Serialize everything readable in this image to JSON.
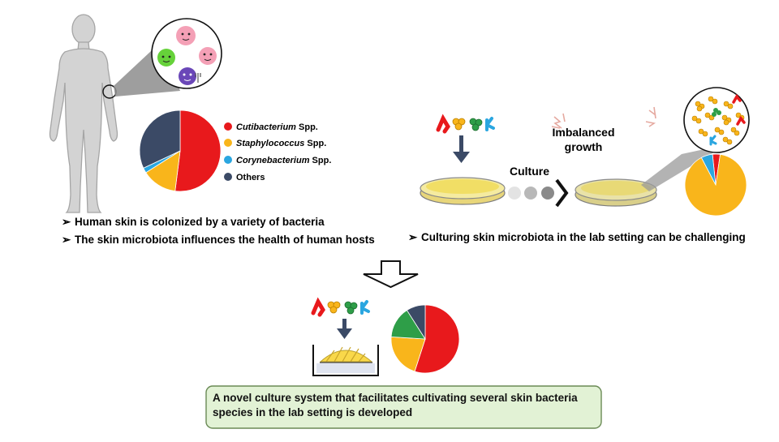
{
  "legend": [
    {
      "name": "Cutibacterium",
      "suffix": " Spp.",
      "color": "#e8191c"
    },
    {
      "name": "Staphylococcus",
      "suffix": " Spp.",
      "color": "#f9b51b"
    },
    {
      "name": "Corynebacterium",
      "suffix": " Spp.",
      "color": "#2aa6e0"
    },
    {
      "name": "Others",
      "suffix": "",
      "color": "#3b4a66"
    }
  ],
  "bullets_left": [
    "Human skin is colonized by a variety of bacteria",
    "The skin microbiota influences the health of human hosts"
  ],
  "bullet_right": "Culturing skin microbiota in the lab setting can be challenging",
  "labels": {
    "culture": "Culture",
    "imbalanced_line1": "Imbalanced",
    "imbalanced_line2": "growth"
  },
  "conclusion": "A novel culture system that facilitates cultivating several skin bacteria species in the lab setting is developed",
  "colors": {
    "red": "#e8191c",
    "yellow": "#f9b51b",
    "blue": "#2aa6e0",
    "navy": "#3b4a66",
    "green": "#2e9e48",
    "box_fill": "#e2f2d5",
    "box_border": "#6a8a55"
  },
  "chart_data": [
    {
      "type": "pie",
      "id": "skin-composition",
      "labels": [
        "Cutibacterium",
        "Staphylococcus",
        "Corynebacterium",
        "Others"
      ],
      "values": [
        52,
        14,
        2,
        32
      ]
    },
    {
      "type": "pie",
      "id": "imbalanced-growth",
      "labels": [
        "Cutibacterium",
        "Staphylococcus",
        "Corynebacterium"
      ],
      "values": [
        4,
        90,
        6
      ]
    },
    {
      "type": "pie",
      "id": "novel-system",
      "labels": [
        "Cutibacterium",
        "Staphylococcus",
        "Green",
        "Others"
      ],
      "values": [
        55,
        21,
        15,
        9
      ]
    }
  ]
}
